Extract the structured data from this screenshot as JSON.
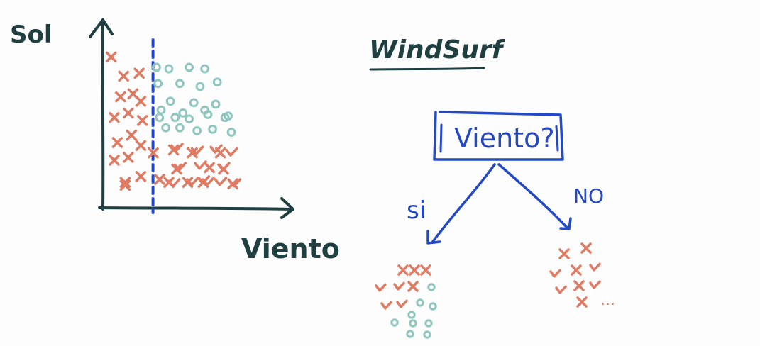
{
  "colors": {
    "ink": "#1f3f40",
    "blue": "#2348c8",
    "red": "#e07a62",
    "teal": "#8fc7c0"
  },
  "scatter": {
    "ylabel": "Sol",
    "xlabel": "Viento",
    "split": {
      "x": 28,
      "style": "dashed"
    }
  },
  "title": "WindSurf",
  "tree": {
    "root": "Viento?",
    "branch_yes": "si",
    "branch_no": "NO",
    "leaf_right_ellipsis": "..."
  },
  "chart_data": {
    "type": "scatter",
    "xlabel": "Viento",
    "ylabel": "Sol",
    "xlim": [
      0,
      100
    ],
    "ylim": [
      0,
      100
    ],
    "grid": false,
    "series": [
      {
        "marker": "x",
        "color": "#e07a62",
        "x": [
          3,
          11,
          21,
          9,
          17,
          22,
          5,
          14,
          23,
          7,
          16,
          22,
          5,
          14,
          12,
          30,
          22,
          43,
          55,
          73,
          45,
          66,
          75,
          12,
          34,
          40,
          52,
          62,
          81
        ],
        "y": [
          95,
          82,
          84,
          68,
          70,
          65,
          54,
          57,
          52,
          37,
          42,
          35,
          25,
          27,
          8,
          30,
          14,
          32,
          30,
          30,
          19,
          20,
          19,
          10,
          12,
          10,
          10,
          10,
          9
        ]
      },
      {
        "marker": "o",
        "color": "#8fc7c0",
        "x": [
          32,
          40,
          53,
          63,
          33,
          47,
          60,
          71,
          41,
          56,
          70,
          35,
          49,
          63,
          76,
          34,
          44,
          53,
          65,
          78,
          38,
          47,
          58,
          68,
          80
        ],
        "y": [
          88,
          87,
          88,
          87,
          77,
          77,
          75,
          78,
          65,
          64,
          63,
          59,
          57,
          59,
          54,
          54,
          54,
          53,
          56,
          55,
          47,
          47,
          45,
          46,
          44
        ]
      },
      {
        "marker": "v",
        "color": "#e07a62",
        "x": [
          45,
          58,
          70,
          80,
          47,
          60,
          75,
          43,
          55,
          65,
          73,
          82,
          62
        ],
        "y": [
          34,
          32,
          33,
          31,
          21,
          22,
          21,
          10,
          11,
          11,
          11,
          10,
          12
        ]
      }
    ]
  }
}
